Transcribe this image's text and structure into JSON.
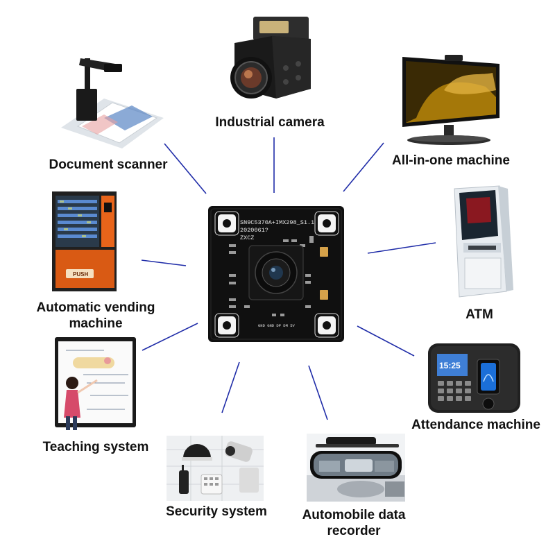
{
  "center": {
    "board_text": [
      "SN9C5370A+IMX298_S1.1",
      "2020061?",
      "ZXCZ"
    ],
    "pin_text": "GND GND DP DM 5V"
  },
  "applications": [
    {
      "id": "industrial-camera",
      "label": "Industrial camera",
      "icon": "industrial-camera-icon"
    },
    {
      "id": "all-in-one-machine",
      "label": "All-in-one machine",
      "icon": "all-in-one-pc-icon"
    },
    {
      "id": "atm",
      "label": "ATM",
      "icon": "atm-icon"
    },
    {
      "id": "attendance-machine",
      "label": "Attendance machine",
      "icon": "fingerprint-terminal-icon",
      "screen_time": "15:25"
    },
    {
      "id": "automobile-data-recorder",
      "label": "Automobile data recorder",
      "icon": "rearview-mirror-recorder-icon"
    },
    {
      "id": "security-system",
      "label": "Security system",
      "icon": "security-devices-icon"
    },
    {
      "id": "teaching-system",
      "label": "Teaching system",
      "icon": "smart-board-icon"
    },
    {
      "id": "automatic-vending-machine",
      "label": "Automatic vending machine",
      "icon": "vending-machine-icon",
      "button_text": "PUSH"
    },
    {
      "id": "document-scanner",
      "label": "Document scanner",
      "icon": "document-scanner-icon"
    }
  ],
  "colors": {
    "connector": "#1f2ca8",
    "pcb": "#101010",
    "label": "#111111"
  }
}
